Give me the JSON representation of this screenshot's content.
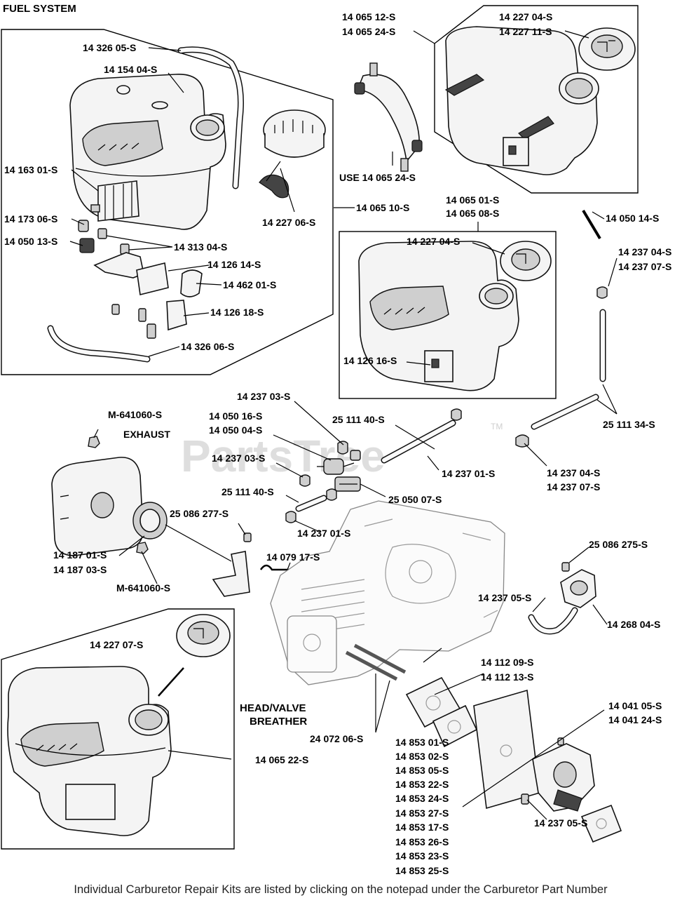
{
  "title": "FUEL SYSTEM",
  "watermark": "PartsTree",
  "watermark_tm": "TM",
  "footer": "Individual Carburetor Repair Kits are listed by clicking on the notepad under the Carburetor Part Number",
  "labels": {
    "p14_326_05": "14 326 05-S",
    "p14_154_04": "14 154 04-S",
    "p14_163_01": "14 163 01-S",
    "p14_173_06": "14 173 06-S",
    "p14_050_13": "14 050 13-S",
    "p14_313_04": "14 313 04-S",
    "p14_126_14": "14 126 14-S",
    "p14_462_01": "14 462 01-S",
    "p14_126_18": "14 126 18-S",
    "p14_326_06": "14 326 06-S",
    "p14_227_06": "14 227 06-S",
    "p14_065_10": "14 065 10-S",
    "p14_065_12": "14 065 12-S",
    "p14_065_24": "14 065 24-S",
    "p14_227_04a": "14 227 04-S",
    "p14_227_11": "14 227 11-S",
    "use_14_065_24": "USE 14 065 24-S",
    "p14_065_01": "14 065 01-S",
    "p14_065_08": "14 065 08-S",
    "p14_227_04b": "14 227 04-S",
    "p14_126_16": "14 126 16-S",
    "p14_050_14": "14 050 14-S",
    "p14_237_04a": "14 237 04-S",
    "p14_237_07a": "14 237 07-S",
    "p25_111_34": "25 111 34-S",
    "p14_237_04b": "14 237 04-S",
    "p14_237_07b": "14 237 07-S",
    "p14_237_03a": "14 237 03-S",
    "p14_050_16": "14 050 16-S",
    "p14_050_04": "14 050 04-S",
    "p25_111_40a": "25 111 40-S",
    "p14_237_03b": "14 237 03-S",
    "p14_237_01a": "14 237 01-S",
    "p25_111_40b": "25 111 40-S",
    "p25_050_07": "25 050 07-S",
    "p14_237_01b": "14 237 01-S",
    "m641060a": "M-641060-S",
    "exhaust": "EXHAUST",
    "p25_086_277": "25 086 277-S",
    "p14_187_01": "14 187 01-S",
    "p14_187_03": "14 187 03-S",
    "m641060b": "M-641060-S",
    "p14_079_17": "14 079 17-S",
    "p25_086_275": "25 086 275-S",
    "p14_237_05a": "14 237 05-S",
    "p14_268_04": "14 268 04-S",
    "p14_227_07": "14 227 07-S",
    "p14_065_22": "14 065 22-S",
    "head_valve": "HEAD/VALVE",
    "breather": "BREATHER",
    "p24_072_06": "24 072 06-S",
    "p14_112_09": "14 112 09-S",
    "p14_112_13": "14 112 13-S",
    "p14_041_05": "14 041 05-S",
    "p14_041_24": "14 041 24-S",
    "p14_237_05b": "14 237 05-S",
    "carb_kits": [
      "14 853 01-S",
      "14 853 02-S",
      "14 853 05-S",
      "14 853 22-S",
      "14 853 24-S",
      "14 853 27-S",
      "14 853 17-S",
      "14 853 26-S",
      "14 853 23-S",
      "14 853 25-S"
    ]
  }
}
